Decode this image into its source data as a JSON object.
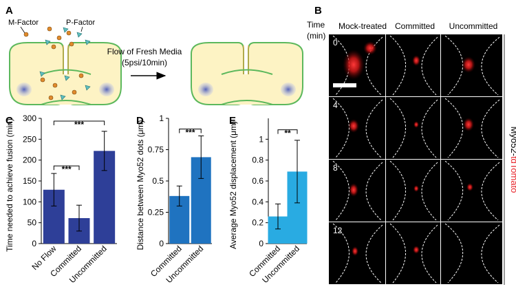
{
  "panels": {
    "A": "A",
    "B": "B",
    "C": "C",
    "D": "D",
    "E": "E"
  },
  "schematic": {
    "m_factor": "M-Factor",
    "p_factor": "P-Factor",
    "flow_line1": "Flow of Fresh Media",
    "flow_line2": "(5psi/10min)",
    "colors": {
      "cell_fill": "#fdf3c4",
      "membrane_green": "#5cb85c",
      "membrane_orange": "#e8a040",
      "nucleus": "#7b86c9",
      "m_factor": "#e08a2c",
      "p_factor": "#5fbfbf"
    }
  },
  "microscopy": {
    "time_header_line1": "Time",
    "time_header_line2": "(min)",
    "columns": [
      "Mock-treated",
      "Committed",
      "Uncommitted"
    ],
    "rows": [
      "0",
      "4",
      "8",
      "12"
    ],
    "side_label_prefix": "Myo52-",
    "side_label_colored": "tdTomato",
    "side_label_color": "#e8262c",
    "signal_color": "#ff2020"
  },
  "chart_data": [
    {
      "type": "bar",
      "panel": "C",
      "categories": [
        "No Flow",
        "Committed",
        "Uncommitted"
      ],
      "values": [
        129,
        61,
        222
      ],
      "error": [
        39,
        31,
        47
      ],
      "ylabel": "Time needed to achieve fusion (min)",
      "ylim": [
        0,
        300
      ],
      "yticks": [
        "0",
        "50",
        "100",
        "150",
        "200",
        "250",
        "300"
      ],
      "color": "#2e3f98",
      "significance": [
        {
          "from": 0,
          "to": 1,
          "label": "***"
        },
        {
          "from": 0,
          "to": 2,
          "label": "***"
        }
      ]
    },
    {
      "type": "bar",
      "panel": "D",
      "categories": [
        "Committed",
        "Uncommitted"
      ],
      "values": [
        0.38,
        0.69
      ],
      "error": [
        0.08,
        0.17
      ],
      "ylabel": "Distance between Myo52 dots (μm)",
      "ylim": [
        0,
        1
      ],
      "yticks": [
        "0",
        "0.25",
        "0.5",
        "0.75",
        "1"
      ],
      "color": "#1f73c0",
      "significance": [
        {
          "from": 0,
          "to": 1,
          "label": "***"
        }
      ]
    },
    {
      "type": "bar",
      "panel": "E",
      "categories": [
        "Committed",
        "Uncommitted"
      ],
      "values": [
        0.26,
        0.69
      ],
      "error": [
        0.12,
        0.3
      ],
      "ylabel": "Average Myo52 displacement (μm)",
      "ylim": [
        0,
        1.2
      ],
      "yticks": [
        "0",
        "0.2",
        "0.4",
        "0.6",
        "0.8",
        "1"
      ],
      "color": "#29abe2",
      "significance": [
        {
          "from": 0,
          "to": 1,
          "label": "**"
        }
      ]
    }
  ]
}
